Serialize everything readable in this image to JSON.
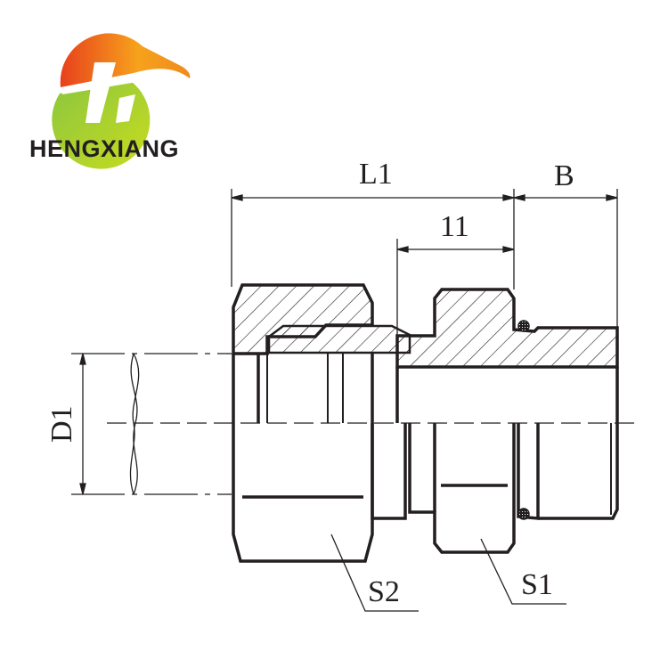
{
  "logo": {
    "brand_name": "HENGXIANG",
    "colors": {
      "orange": "#f08a1c",
      "red": "#e8401c",
      "green": "#8cc63f",
      "yellow": "#f6e400"
    }
  },
  "dimensions": {
    "L1": "L1",
    "B": "B",
    "l1": "11",
    "D1": "D1",
    "S1": "S1",
    "S2": "S2"
  },
  "colors": {
    "line": "#231f20"
  }
}
